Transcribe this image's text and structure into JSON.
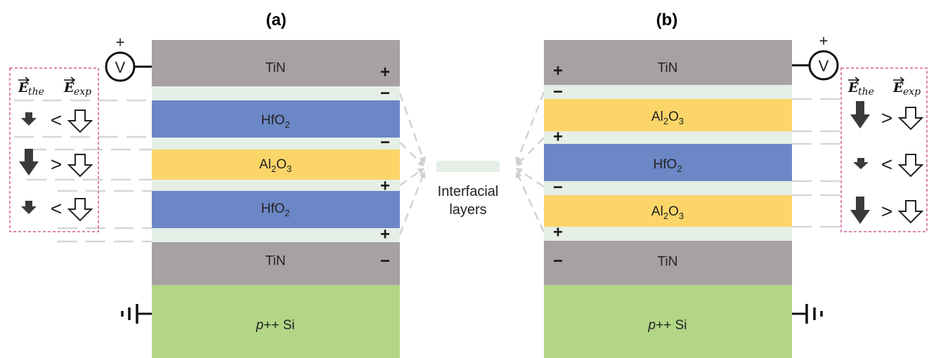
{
  "panel_a": {
    "label": "(a)",
    "layers": {
      "top_electrode": "TiN",
      "layer1": "HfO",
      "layer1_sub": "2",
      "layer2_a": "Al",
      "layer2_sub1": "2",
      "layer2_b": "O",
      "layer2_sub2": "3",
      "layer3": "HfO",
      "layer3_sub": "2",
      "bottom_electrode": "TiN",
      "substrate_italic": "p",
      "substrate_rest": "++ Si"
    },
    "charges": [
      "+",
      "−",
      "−",
      "+",
      "+",
      "−"
    ],
    "comparisons": [
      "<",
      ">",
      "<"
    ]
  },
  "panel_b": {
    "label": "(b)",
    "layers": {
      "top_electrode": "TiN",
      "layer1_a": "Al",
      "layer1_sub1": "2",
      "layer1_b": "O",
      "layer1_sub2": "3",
      "layer2": "HfO",
      "layer2_sub": "2",
      "layer3_a": "Al",
      "layer3_sub1": "2",
      "layer3_b": "O",
      "layer3_sub2": "3",
      "bottom_electrode": "TiN",
      "substrate_italic": "p",
      "substrate_rest": "++ Si"
    },
    "charges": [
      "+",
      "−",
      "+",
      "−",
      "+",
      "−"
    ],
    "comparisons": [
      ">",
      "<",
      ">"
    ]
  },
  "legend": {
    "e_symbol": "E",
    "e_the_sub": "the",
    "e_exp_sub": "exp"
  },
  "interfacial": {
    "line1": "Interfacial",
    "line2": "layers"
  },
  "voltage_source": {
    "symbol": "V",
    "polarity": "+"
  },
  "colors": {
    "tin": "#a7a1a3",
    "hfo2": "#6c87c6",
    "al2o3": "#fcd569",
    "interfacial": "#e6efe6",
    "si": "#b2d685",
    "dashed_box": "#d65a96"
  }
}
